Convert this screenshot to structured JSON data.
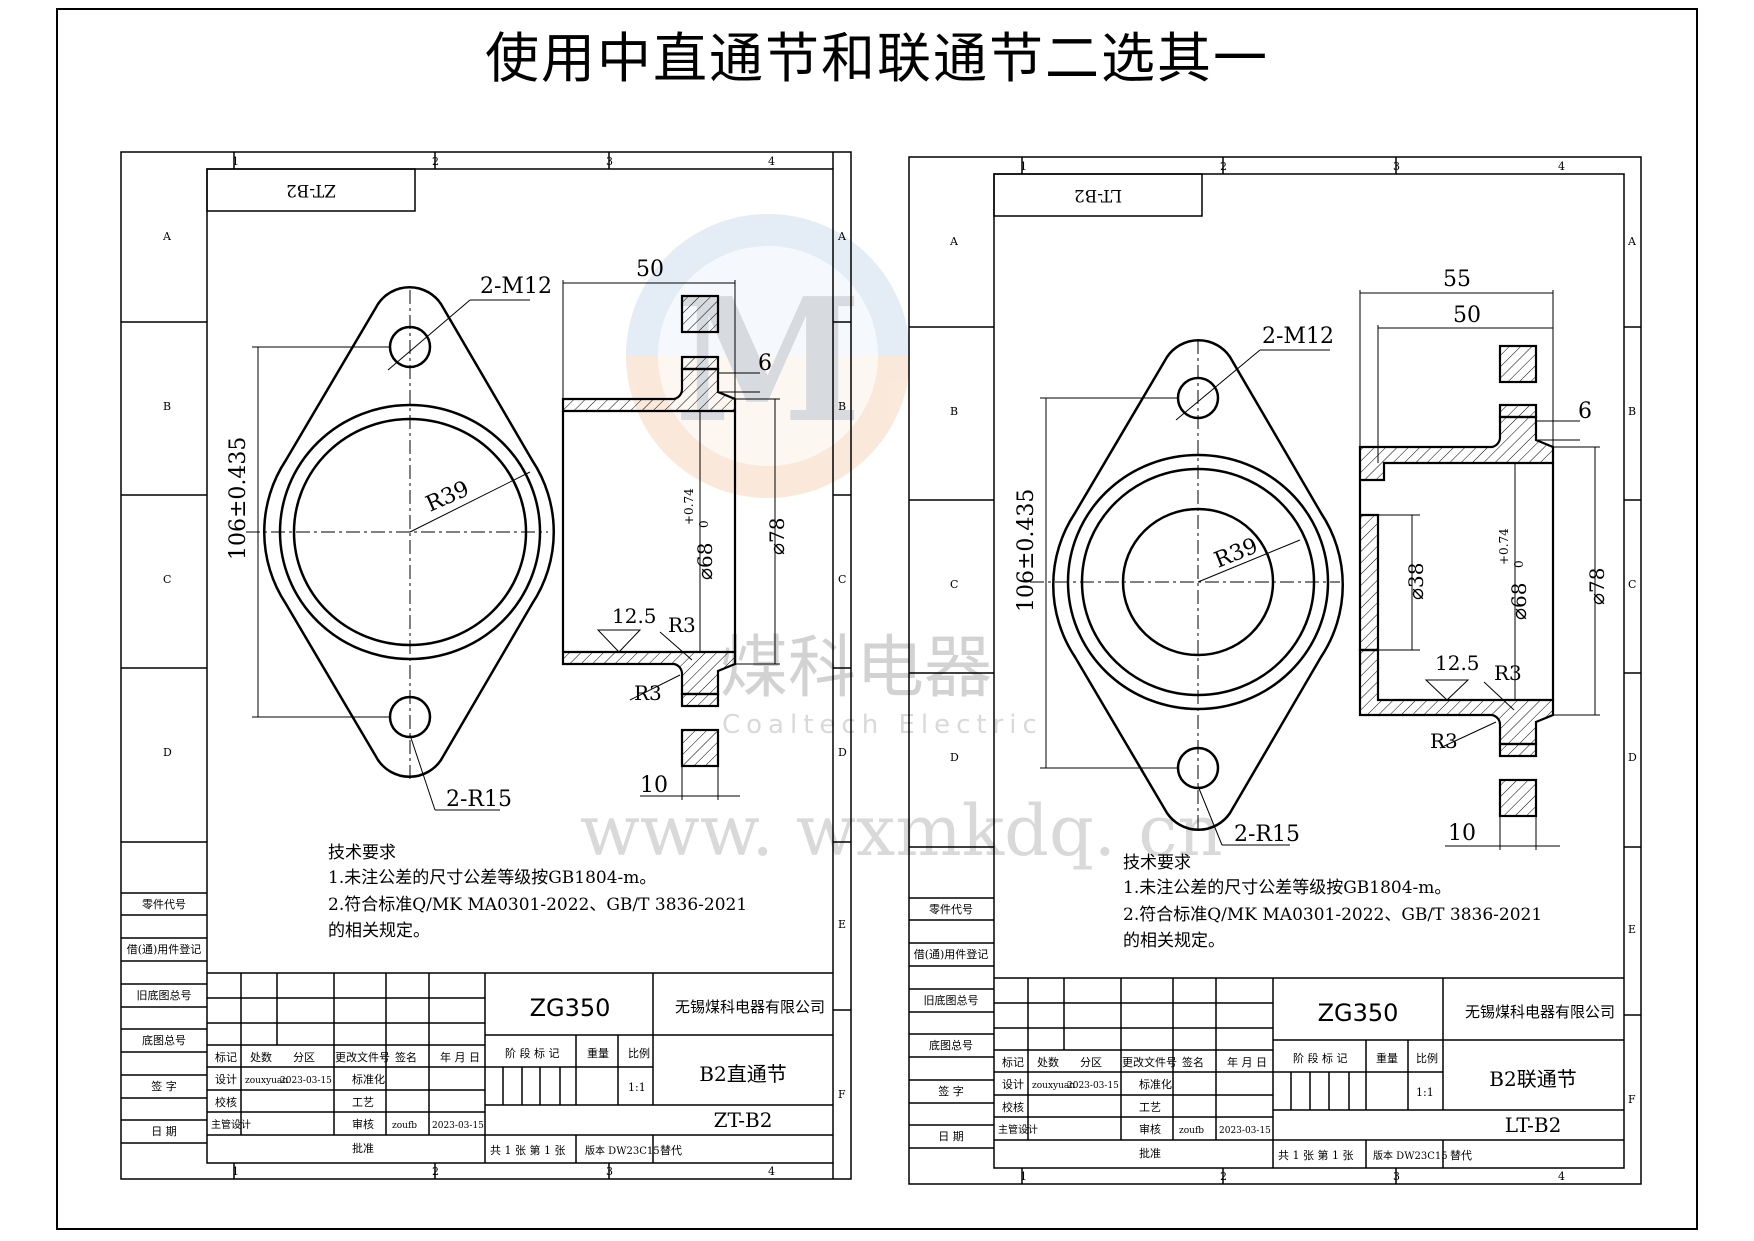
{
  "page_title": "使用中直通节和联通节二选其一",
  "watermark": {
    "company_cn": "煤科电器",
    "company_en": "Coaltech Electric",
    "url": "www. wxmkdq. cn",
    "logo_colors": [
      "#f2c29e",
      "#a9c7e6",
      "#b7bcc6"
    ]
  },
  "zone_numbers": [
    "1",
    "2",
    "3",
    "4"
  ],
  "zone_letters": [
    "A",
    "B",
    "C",
    "D",
    "E",
    "F"
  ],
  "left_sheet_labels": [
    "零件代号",
    "借(通)用件登记",
    "旧底图总号",
    "底图总号",
    "签 字",
    "日 期"
  ],
  "title_block_headers": [
    "标记",
    "处数",
    "分区",
    "更改文件号",
    "签名",
    "年 月 日"
  ],
  "title_block_rows": [
    "设计",
    "校核",
    "主管设计"
  ],
  "title_block_mid": [
    "标准化",
    "工艺",
    "审核",
    "批准"
  ],
  "stage_labels": [
    "阶 段 标 记",
    "重量",
    "比例"
  ],
  "tech_req": [
    "技术要求",
    "1.未注公差的尺寸公差等级按GB1804-m。",
    "2.符合标准Q/MK MA0301-2022、GB/T 3836-2021",
    "的相关规定。"
  ],
  "sheets": [
    {
      "code_box": "ZT-B2",
      "model": "ZG350",
      "company": "无锡煤科电器有限公司",
      "part_name": "B2直通节",
      "drawing_no": "ZT-B2",
      "designer": "zouxyuan",
      "design_date": "2023-03-15",
      "reviewer": "zoufb",
      "review_date": "2023-03-15",
      "scale": "1:1",
      "sheet_info": "共 1 张  第 1 张",
      "version": "版本  DW23C15",
      "replace": "替代",
      "dims": {
        "holes": "2-M12",
        "radius_big": "R39",
        "height": "106±0.435",
        "bolt_radius": "2-R15",
        "width": "50",
        "flange": "6",
        "dia_in": "⌀68",
        "dia_tol_up": "+0.74",
        "dia_tol_lo": "0",
        "dia_out": "⌀78",
        "rough": "12.5",
        "r_top": "R3",
        "r_bot": "R3",
        "thick": "10"
      }
    },
    {
      "code_box": "LT-B2",
      "model": "ZG350",
      "company": "无锡煤科电器有限公司",
      "part_name": "B2联通节",
      "drawing_no": "LT-B2",
      "designer": "zouxyuan",
      "design_date": "2023-03-15",
      "reviewer": "zoufb",
      "review_date": "2023-03-15",
      "scale": "1:1",
      "sheet_info": "共 1 张  第 1 张",
      "version": "版本  DW23C15",
      "replace": "替代",
      "dims": {
        "holes": "2-M12",
        "radius_big": "R39",
        "height": "106±0.435",
        "bolt_radius": "2-R15",
        "width_total": "55",
        "width": "50",
        "flange": "6",
        "dia_small": "⌀38",
        "dia_in": "⌀68",
        "dia_tol_up": "+0.74",
        "dia_tol_lo": "0",
        "dia_out": "⌀78",
        "rough": "12.5",
        "r_top": "R3",
        "r_bot": "R3",
        "thick": "10"
      }
    }
  ]
}
